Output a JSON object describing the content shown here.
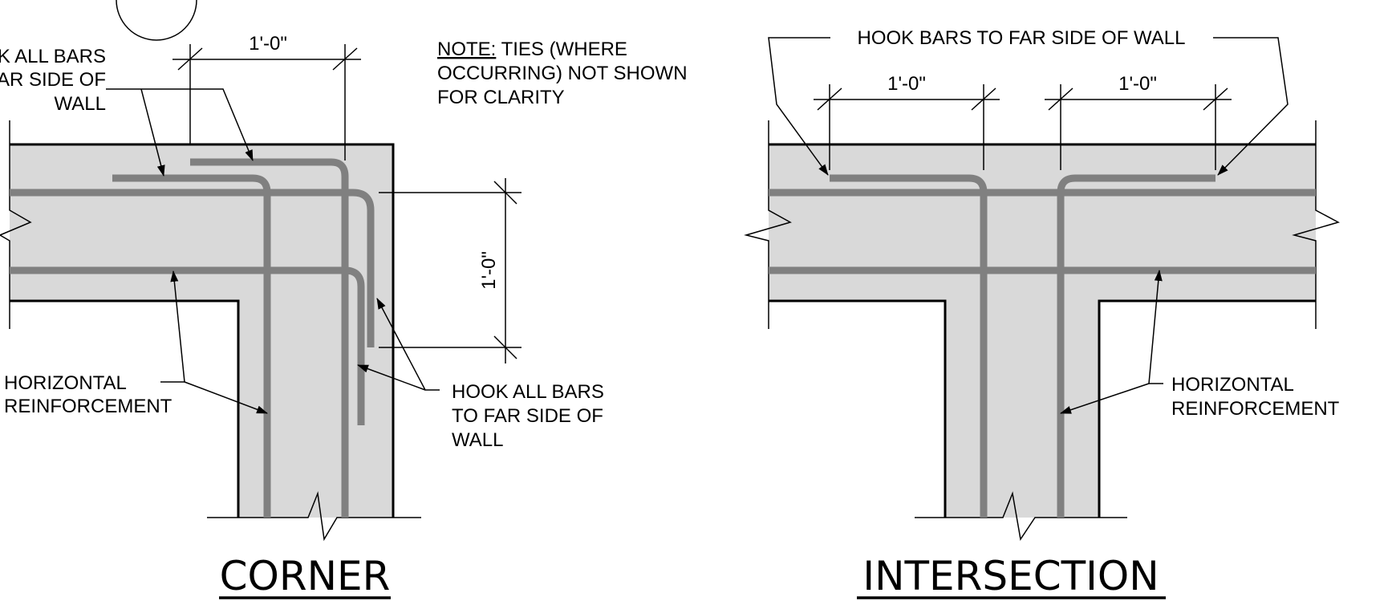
{
  "corner": {
    "title": "CORNER",
    "hook_label_top": [
      "K ALL BARS",
      "AR SIDE OF",
      "WALL"
    ],
    "horizontal_label": [
      "HORIZONTAL",
      "REINFORCEMENT"
    ],
    "hook_label_right": [
      "HOOK ALL BARS",
      "TO FAR SIDE OF",
      "WALL"
    ],
    "dim_top": "1'-0\"",
    "dim_right": "1'-0\""
  },
  "note": {
    "prefix": "NOTE:",
    "line1": " TIES (WHERE",
    "line2": "OCCURRING) NOT SHOWN",
    "line3": "FOR CLARITY"
  },
  "intersection": {
    "title": "INTERSECTION",
    "hook_label": "HOOK BARS TO FAR SIDE OF WALL",
    "horizontal_label": [
      "HORIZONTAL",
      "REINFORCEMENT"
    ],
    "dim_left": "1'-0\"",
    "dim_right": "1'-0\""
  },
  "colors": {
    "concrete": "#d9d9d9",
    "rebar": "#808080",
    "linework": "#000000"
  }
}
